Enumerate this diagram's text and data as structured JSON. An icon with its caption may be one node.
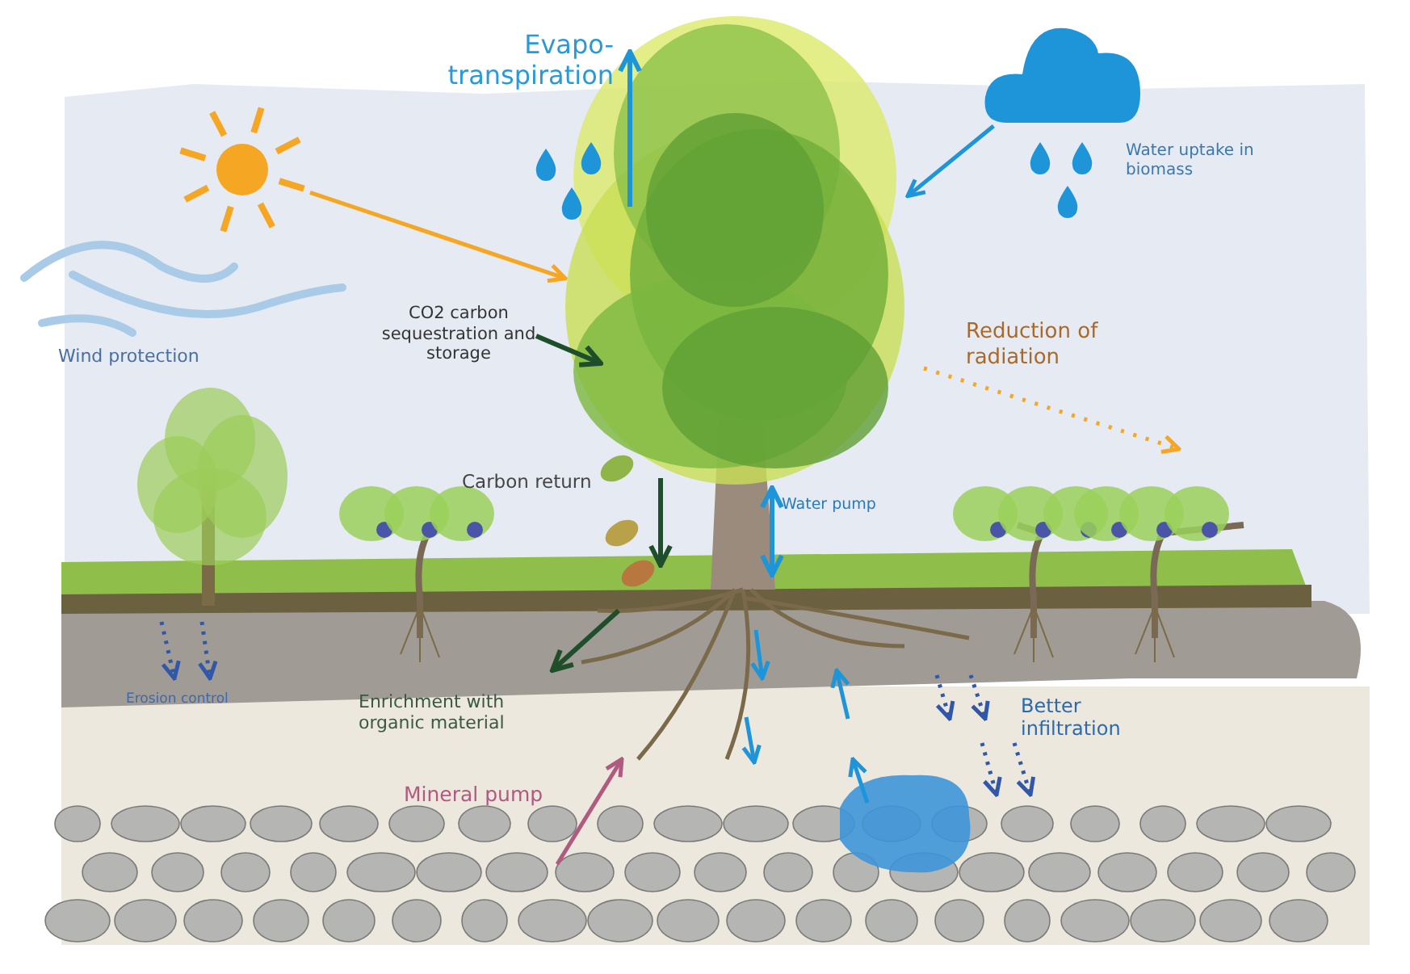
{
  "diagram": {
    "nodes": [
      {
        "text": [],
        "shape": "picture"
      },
      {
        "text": [],
        "shape": "picture"
      },
      {
        "text": [],
        "shape": "picture"
      }
    ],
    "edges": [
      {
        "from": 0,
        "to": 2,
        "arrow": "to",
        "color": "#f5a623"
      },
      {
        "from": 1,
        "to": 2,
        "arrow": "to",
        "color": "#1d95d8"
      }
    ],
    "labels": [
      "Evapo- transpiration",
      "Water uptake in biomass",
      "CO2 carbon sequestration and storage",
      "Reduction of radiation",
      "Wind protection",
      "Carbon return",
      "Water pump",
      "Enrichment with organic material",
      "Erosion control",
      "Better infiltration",
      "Mineral pump"
    ]
  }
}
